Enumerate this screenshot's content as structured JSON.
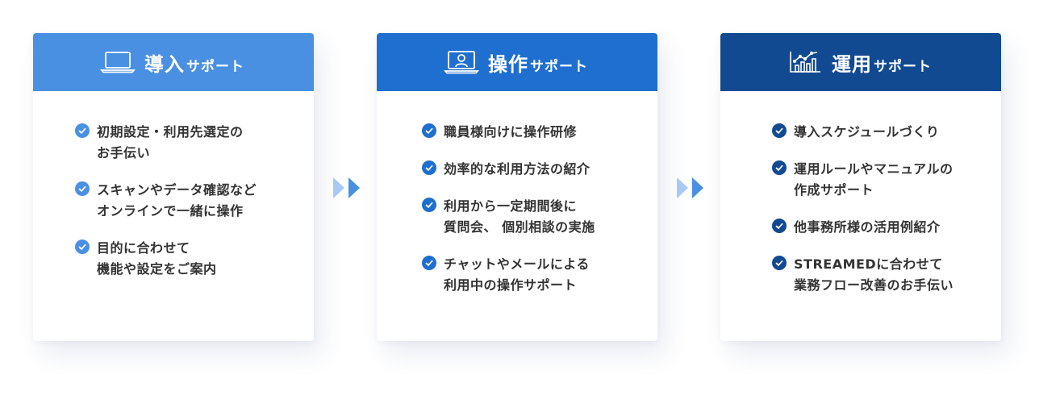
{
  "cards": [
    {
      "title_main": "導入",
      "title_sub": "サポート",
      "icon": "laptop-icon",
      "items": [
        {
          "lines": [
            "初期設定・利用先選定の",
            "お手伝い"
          ]
        },
        {
          "lines": [
            "スキャンやデータ確認など",
            "オンラインで一緒に操作"
          ]
        },
        {
          "lines": [
            "目的に合わせて",
            "機能や設定をご案内"
          ]
        }
      ]
    },
    {
      "title_main": "操作",
      "title_sub": "サポート",
      "icon": "monitor-person-icon",
      "items": [
        {
          "lines": [
            "職員様向けに操作研修"
          ]
        },
        {
          "lines": [
            "効率的な利用方法の紹介"
          ]
        },
        {
          "lines": [
            "利用から一定期間後に",
            "質問会、 個別相談の実施"
          ]
        },
        {
          "lines": [
            "チャットやメールによる",
            "利用中の操作サポート"
          ]
        }
      ]
    },
    {
      "title_main": "運用",
      "title_sub": "サポート",
      "icon": "chart-icon",
      "items": [
        {
          "lines": [
            "導入スケジュールづくり"
          ]
        },
        {
          "lines": [
            "運用ルールやマニュアルの",
            "作成サポート"
          ]
        },
        {
          "lines": [
            "他事務所様の活用例紹介"
          ]
        },
        {
          "lines": [
            "STREAMEDに合わせて",
            "業務フロー改善のお手伝い"
          ]
        }
      ]
    }
  ],
  "colors": {
    "card1": "#4a90e2",
    "card2": "#1f6fd0",
    "card3": "#124a91",
    "text": "#333333",
    "arrow_light": "#a9c9f2",
    "arrow_dark": "#4a90e2"
  }
}
